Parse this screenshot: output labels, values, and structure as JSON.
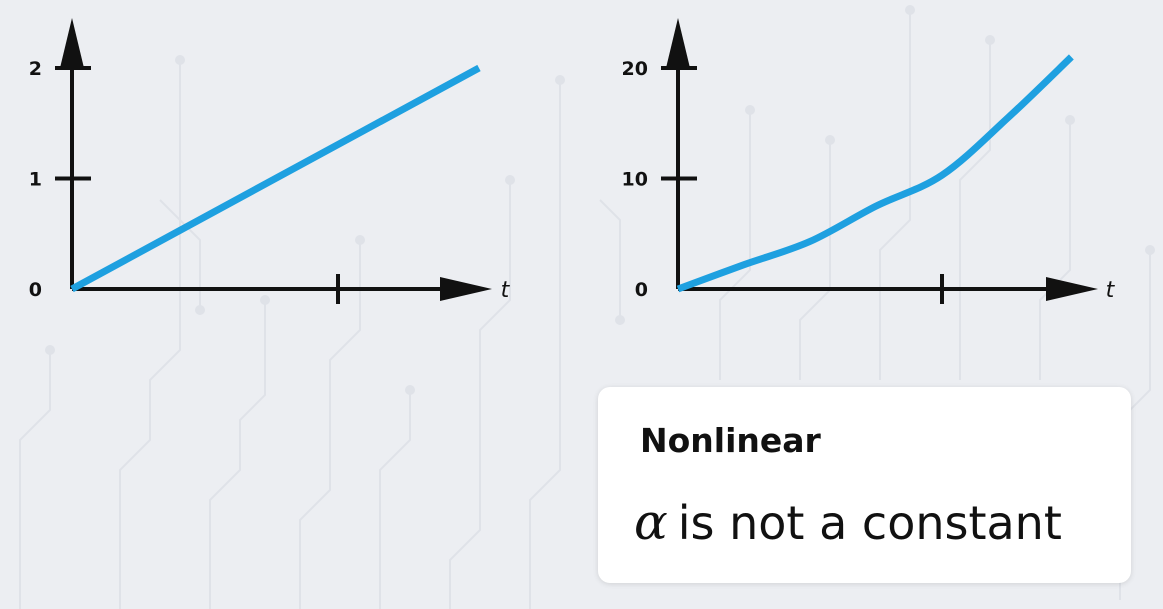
{
  "chart_data": [
    {
      "type": "line",
      "x_axis_label": "t",
      "y_ticks": [
        0,
        1,
        2
      ],
      "ylim": [
        0,
        2
      ],
      "x_tick_count": 1,
      "x": [
        0,
        1,
        1.53
      ],
      "series": [
        {
          "values": [
            0,
            1.3,
            2.0
          ],
          "color": "#1ea0e0"
        }
      ]
    },
    {
      "type": "line",
      "x_axis_label": "t",
      "y_ticks": [
        0,
        10,
        20
      ],
      "ylim": [
        0,
        20
      ],
      "x_tick_count": 1,
      "x": [
        0,
        0.25,
        0.5,
        0.75,
        1.0,
        1.25,
        1.49
      ],
      "series": [
        {
          "values": [
            0,
            2.2,
            4.3,
            7.5,
            10.3,
            15.5,
            21.0
          ],
          "color": "#1ea0e0"
        }
      ]
    }
  ],
  "callout": {
    "title": "Nonlinear",
    "symbol": "α",
    "text": "is not a constant"
  }
}
